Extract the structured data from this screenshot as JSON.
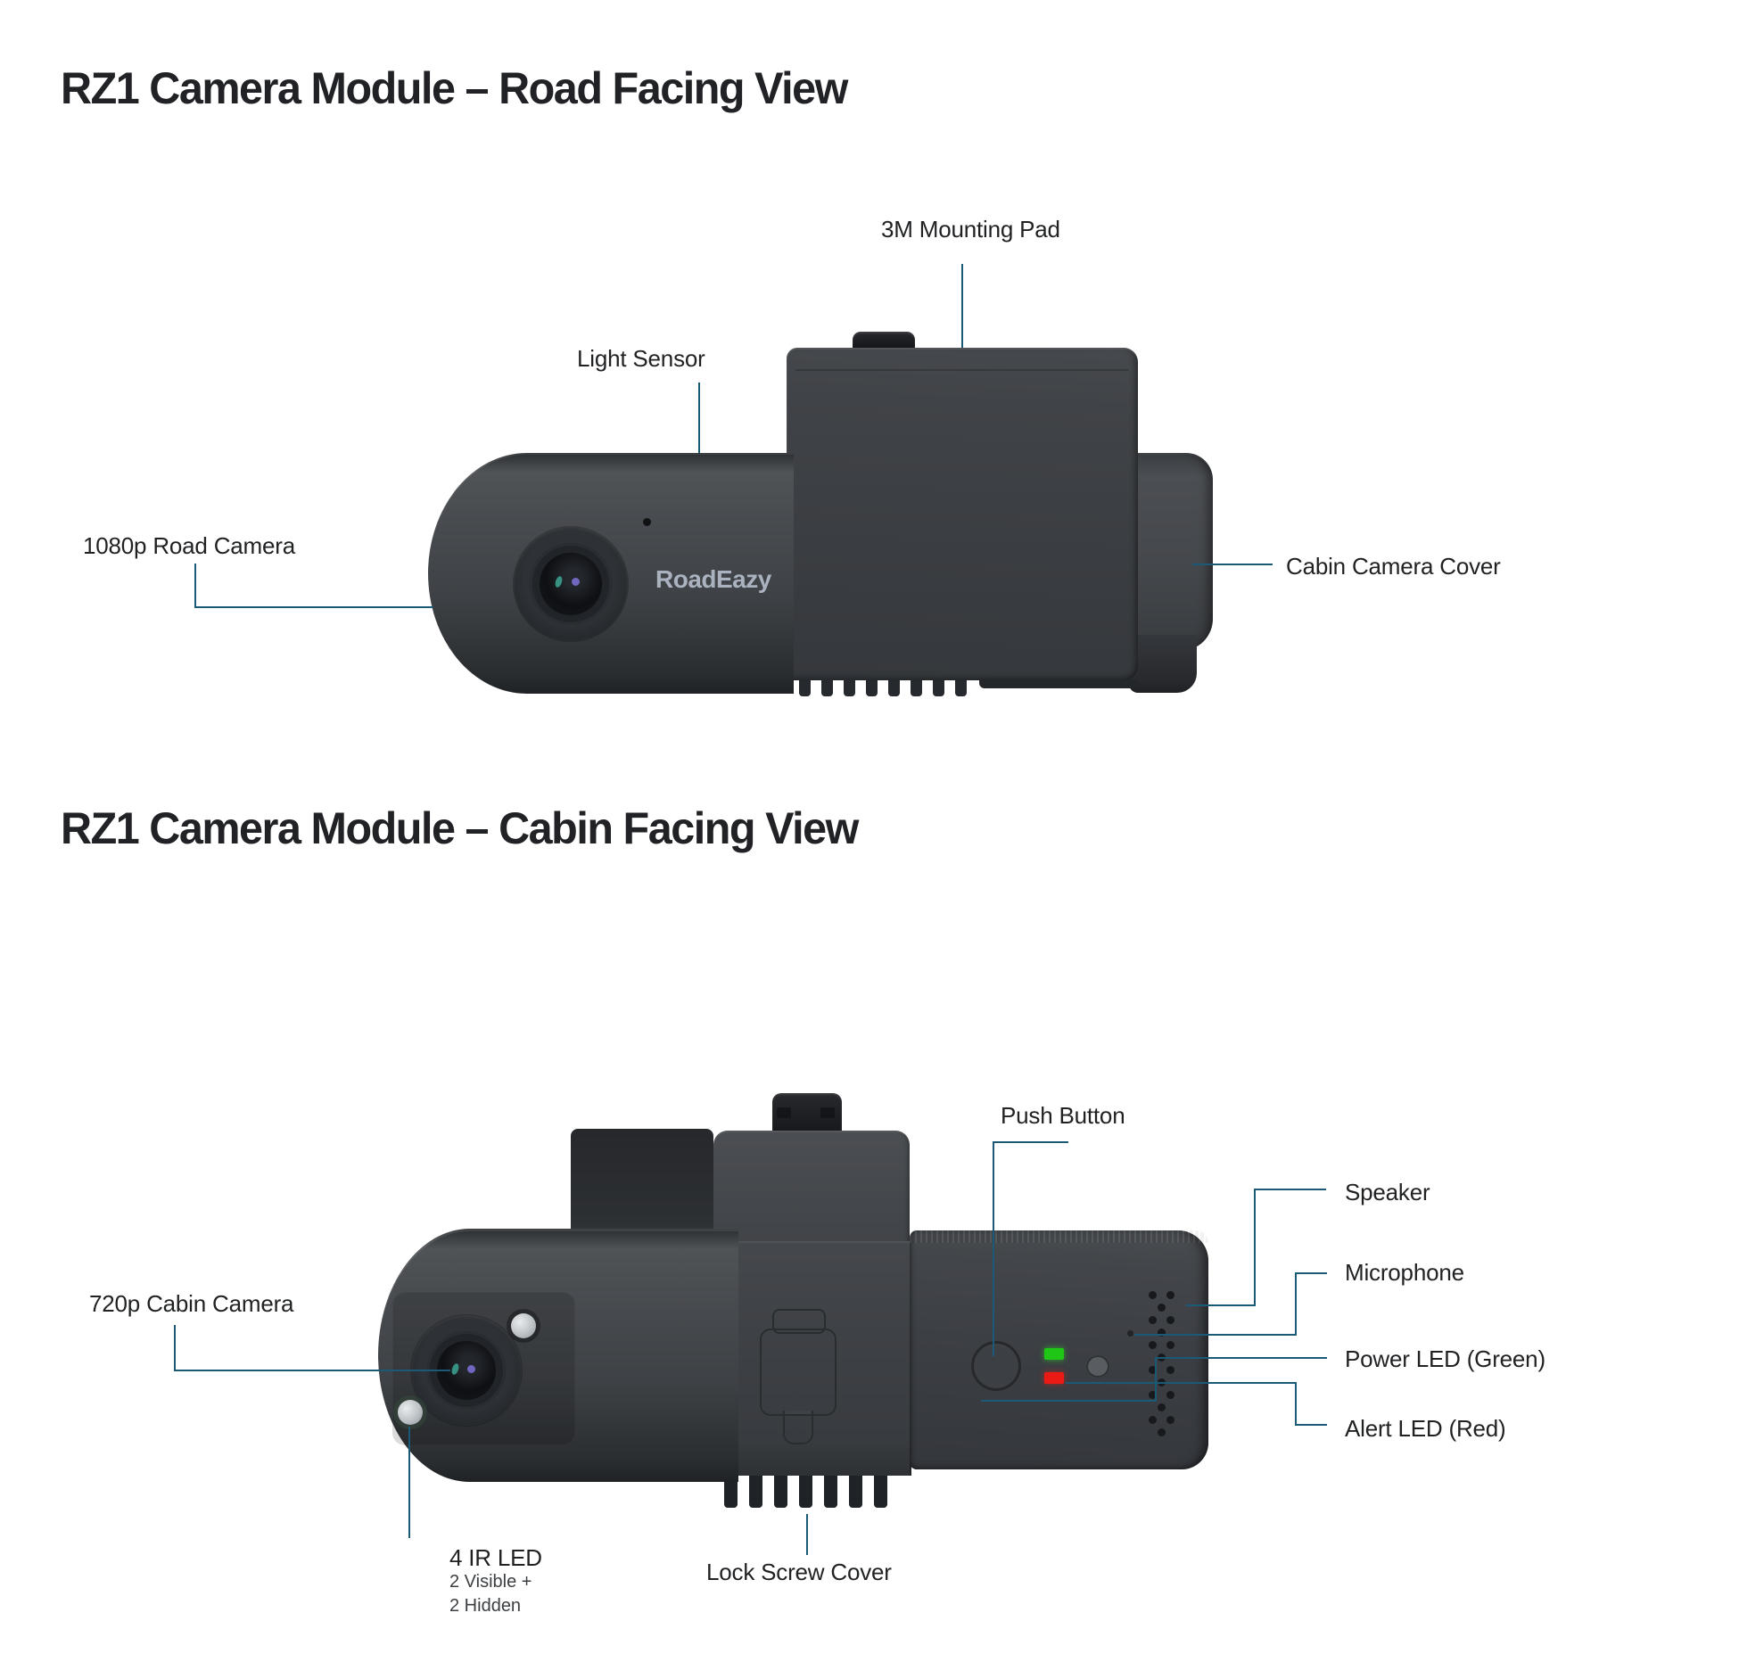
{
  "colors": {
    "background": "#ffffff",
    "accent_leader_line": "#1a5a77",
    "label_text": "#1f2123",
    "sub_label_text": "#3c3f42",
    "device_body": "#3e4145",
    "power_led": "#1fc615",
    "alert_led": "#ec1a15",
    "logo_text_color": "#a9b2be"
  },
  "road_view": {
    "title": "RZ1 Camera Module – Road Facing View",
    "device_logo": "RoadEazy",
    "callouts": {
      "mounting_pad": "3M Mounting Pad",
      "light_sensor": "Light Sensor",
      "road_camera": "1080p Road Camera",
      "cabin_cover": "Cabin Camera Cover"
    }
  },
  "cabin_view": {
    "title": "RZ1 Camera Module – Cabin Facing View",
    "callouts": {
      "push_button": "Push Button",
      "speaker": "Speaker",
      "microphone": "Microphone",
      "power_led": "Power LED (Green)",
      "alert_led": "Alert LED (Red)",
      "cabin_camera": "720p Cabin Camera",
      "ir_led": "4 IR LED",
      "ir_led_sub1": "2 Visible +",
      "ir_led_sub2": "2 Hidden",
      "lock_screw": "Lock Screw Cover"
    }
  }
}
